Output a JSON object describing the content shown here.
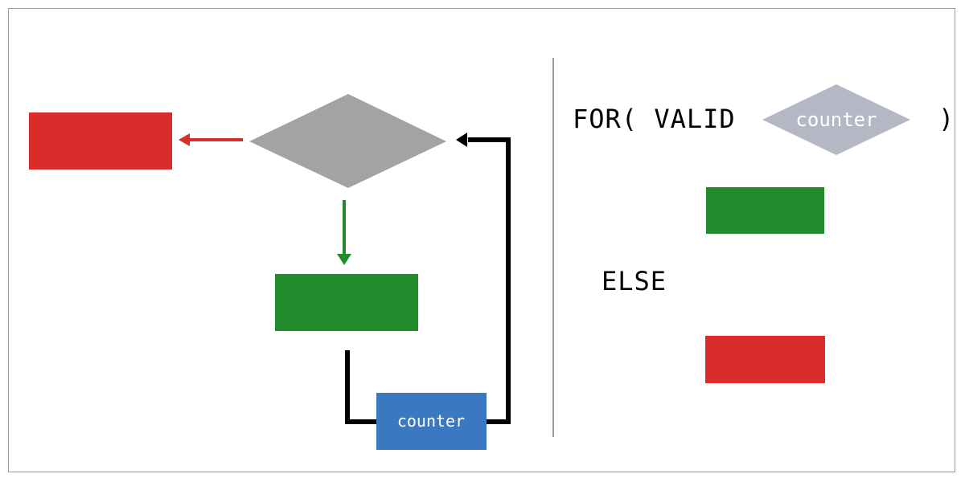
{
  "colors": {
    "red": "#d92d2b",
    "green": "#228b2b",
    "gray": "#a3a3a3",
    "blue": "#3b78c2",
    "light_gray": "#b5b8c4",
    "black": "#000000"
  },
  "flowchart": {
    "counter_label": "counter"
  },
  "code": {
    "for_keyword": "FOR( VALID",
    "condition_label": "counter",
    "close_paren": ")",
    "else_keyword": "ELSE"
  }
}
